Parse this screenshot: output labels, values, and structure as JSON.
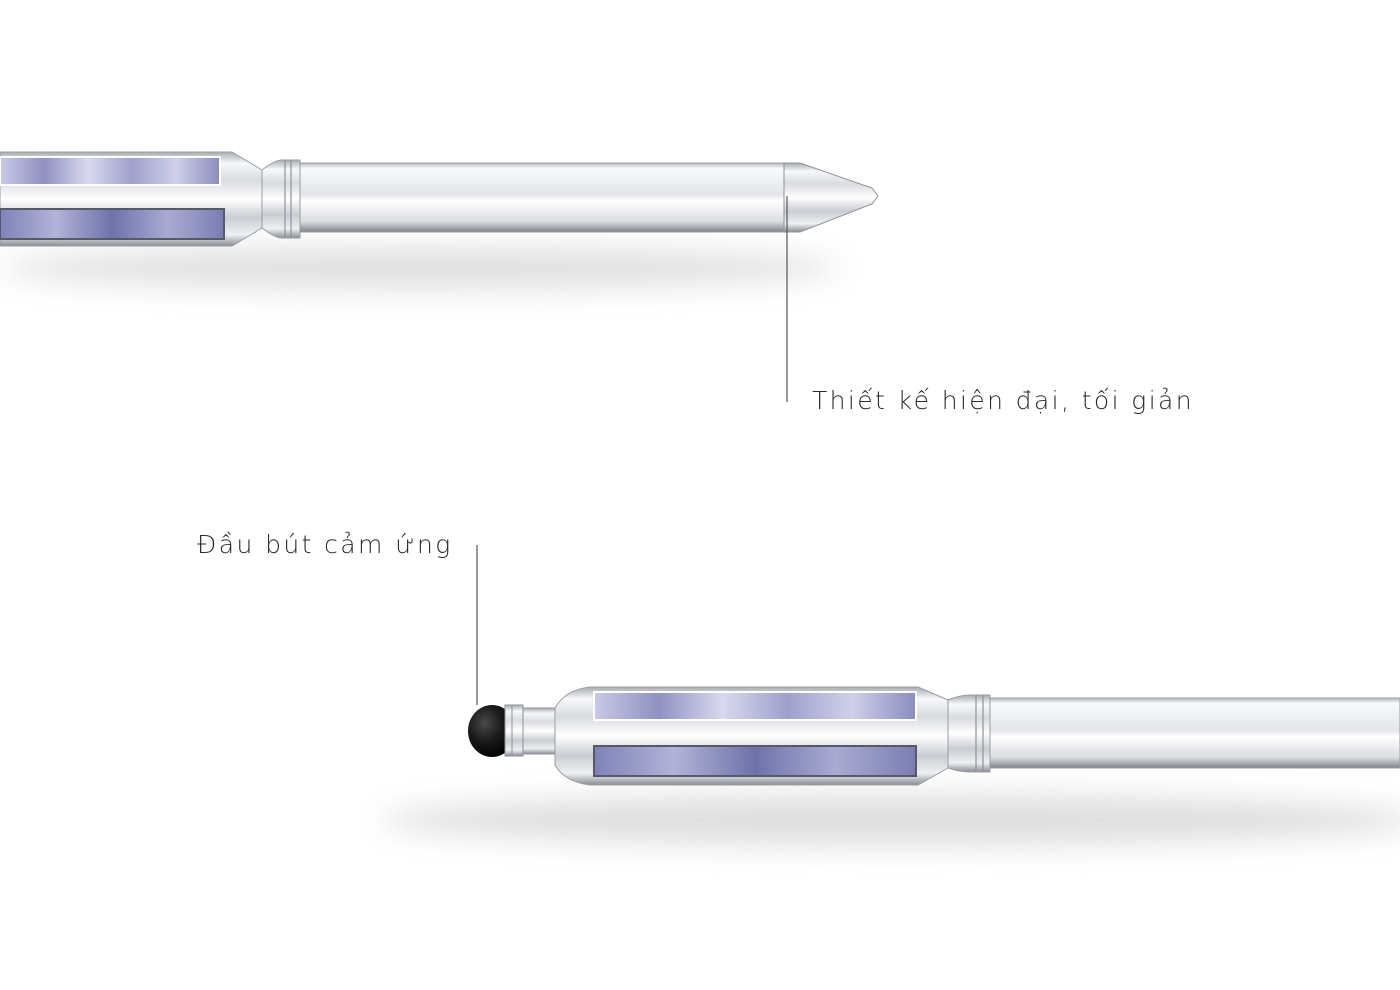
{
  "callouts": {
    "top_label": "Thiết kế hiện đại, tối giản",
    "bottom_label": "Đầu bút cảm ứng"
  },
  "illustration": {
    "subject": "stylus-ballpoint-pen",
    "colors": {
      "background": "#ffffff",
      "chrome_light": "#f4f5f7",
      "chrome_dark": "#8a8d93",
      "inlay_base": "#b7b8d8",
      "inlay_accent": "#7d7fb3",
      "rubber_tip": "#151515",
      "leader_line": "#555555",
      "label_text": "#2a2a2a"
    }
  }
}
